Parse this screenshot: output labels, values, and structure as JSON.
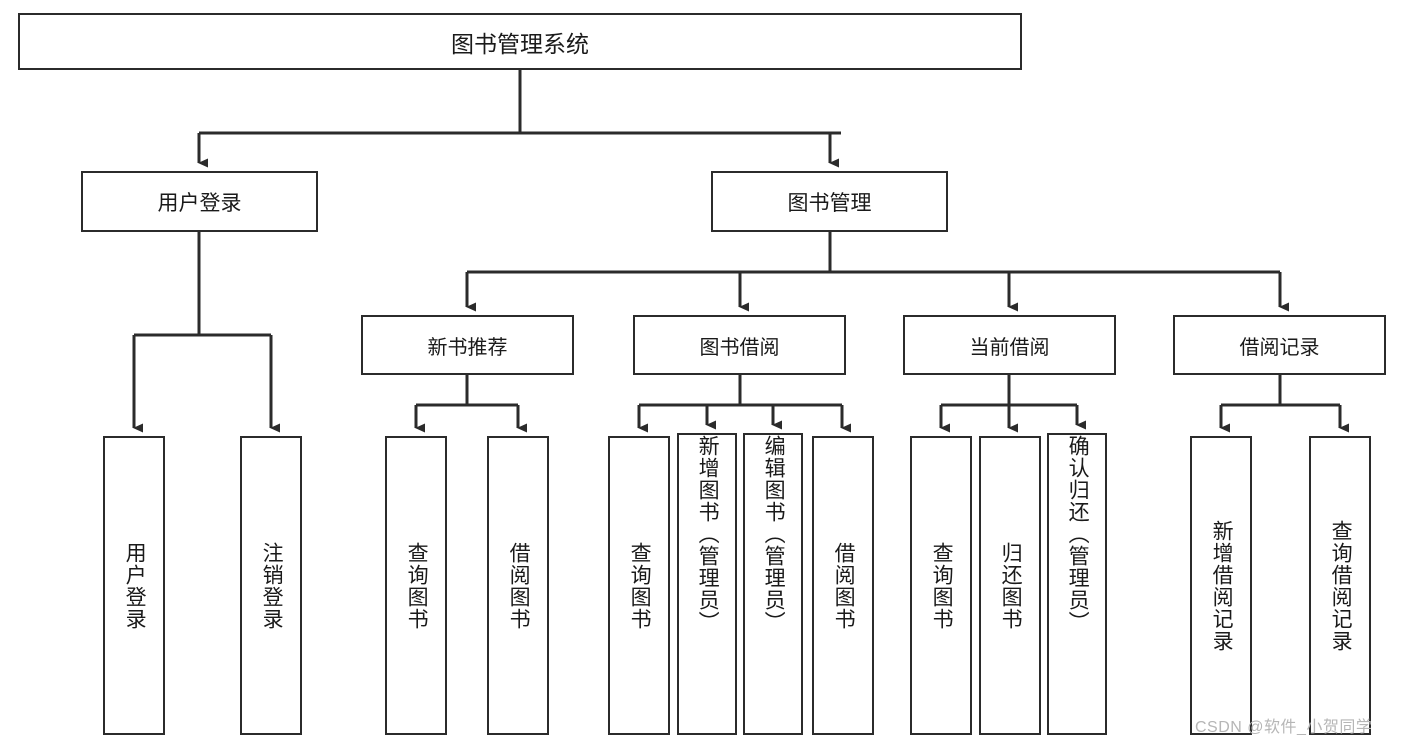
{
  "diagram": {
    "type": "tree",
    "title": "图书管理系统",
    "root": {
      "label": "图书管理系统"
    },
    "level1": [
      {
        "label": "用户登录"
      },
      {
        "label": "图书管理"
      }
    ],
    "level2": [
      {
        "label": "新书推荐"
      },
      {
        "label": "图书借阅"
      },
      {
        "label": "当前借阅"
      },
      {
        "label": "借阅记录"
      }
    ],
    "leaves": {
      "user_login": [
        {
          "label": "用户登录"
        },
        {
          "label": "注销登录"
        }
      ],
      "new_book_recommend": [
        {
          "label": "查询图书"
        },
        {
          "label": "借阅图书"
        }
      ],
      "book_borrow": [
        {
          "label": "查询图书"
        },
        {
          "label": "新增图书（管理员）"
        },
        {
          "label": "编辑图书（管理员）"
        },
        {
          "label": "借阅图书"
        }
      ],
      "current_borrow": [
        {
          "label": "查询图书"
        },
        {
          "label": "归还图书"
        },
        {
          "label": "确认归还（管理员）"
        }
      ],
      "borrow_record": [
        {
          "label": "新增借阅记录"
        },
        {
          "label": "查询借阅记录"
        }
      ]
    },
    "colors": {
      "stroke": "#2b2b2b",
      "fill": "#ffffff",
      "text": "#1a1a1a",
      "watermark": "#b6b6b6"
    }
  },
  "watermark": {
    "text": "CSDN @软件_小贺同学"
  }
}
